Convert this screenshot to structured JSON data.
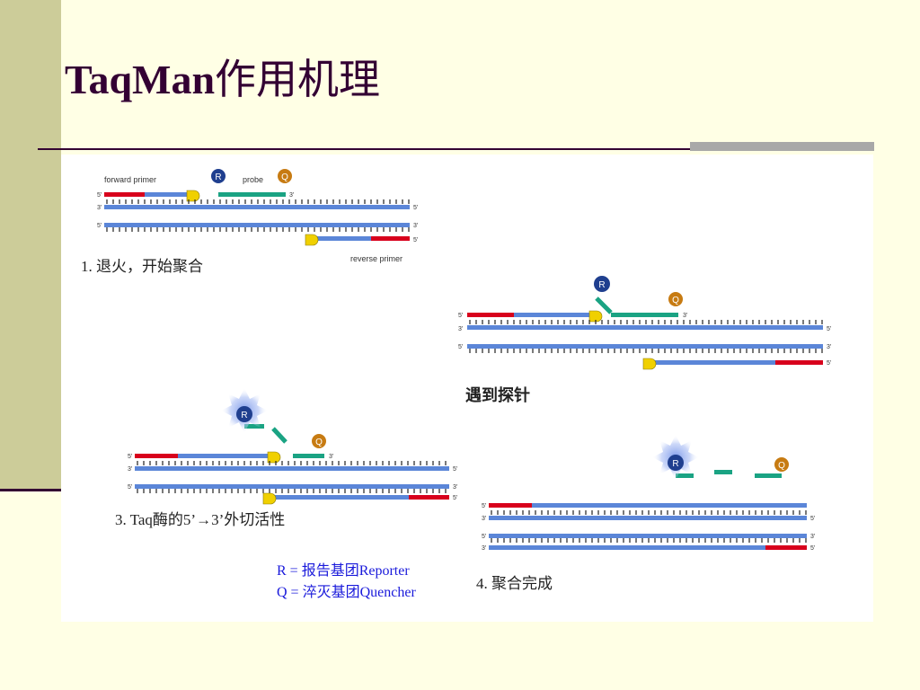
{
  "slide": {
    "title_latin": "TaqMan",
    "title_cjk": "作用机理"
  },
  "figure": {
    "panel1": {
      "label_forward_primer": "forward primer",
      "label_probe": "probe",
      "label_reverse_primer": "reverse primer",
      "caption": "1. 退火，开始聚合",
      "reporter_letter": "R",
      "quencher_letter": "Q"
    },
    "panel2": {
      "caption": "遇到探针",
      "reporter_letter": "R",
      "quencher_letter": "Q"
    },
    "panel3": {
      "caption": "3. Taq酶的5’→3’外切活性",
      "reporter_letter": "R",
      "quencher_letter": "Q"
    },
    "panel4": {
      "caption": "4. 聚合完成",
      "reporter_letter": "R",
      "quencher_letter": "Q"
    },
    "legend": {
      "reporter": "R = 报告基团Reporter",
      "quencher": "Q = 淬灭基团Quencher"
    },
    "end_labels": {
      "five_prime": "5'",
      "three_prime": "3'"
    }
  },
  "colors": {
    "strand_blue": "#5b86d8",
    "primer_red": "#d8001c",
    "probe_teal": "#1aa383",
    "reporter_navy": "#1f3f8f",
    "quencher_orange": "#c77b12",
    "polymerase_yellow": "#f0d000",
    "legend_blue": "#1a1adb",
    "title_color": "#330033"
  }
}
